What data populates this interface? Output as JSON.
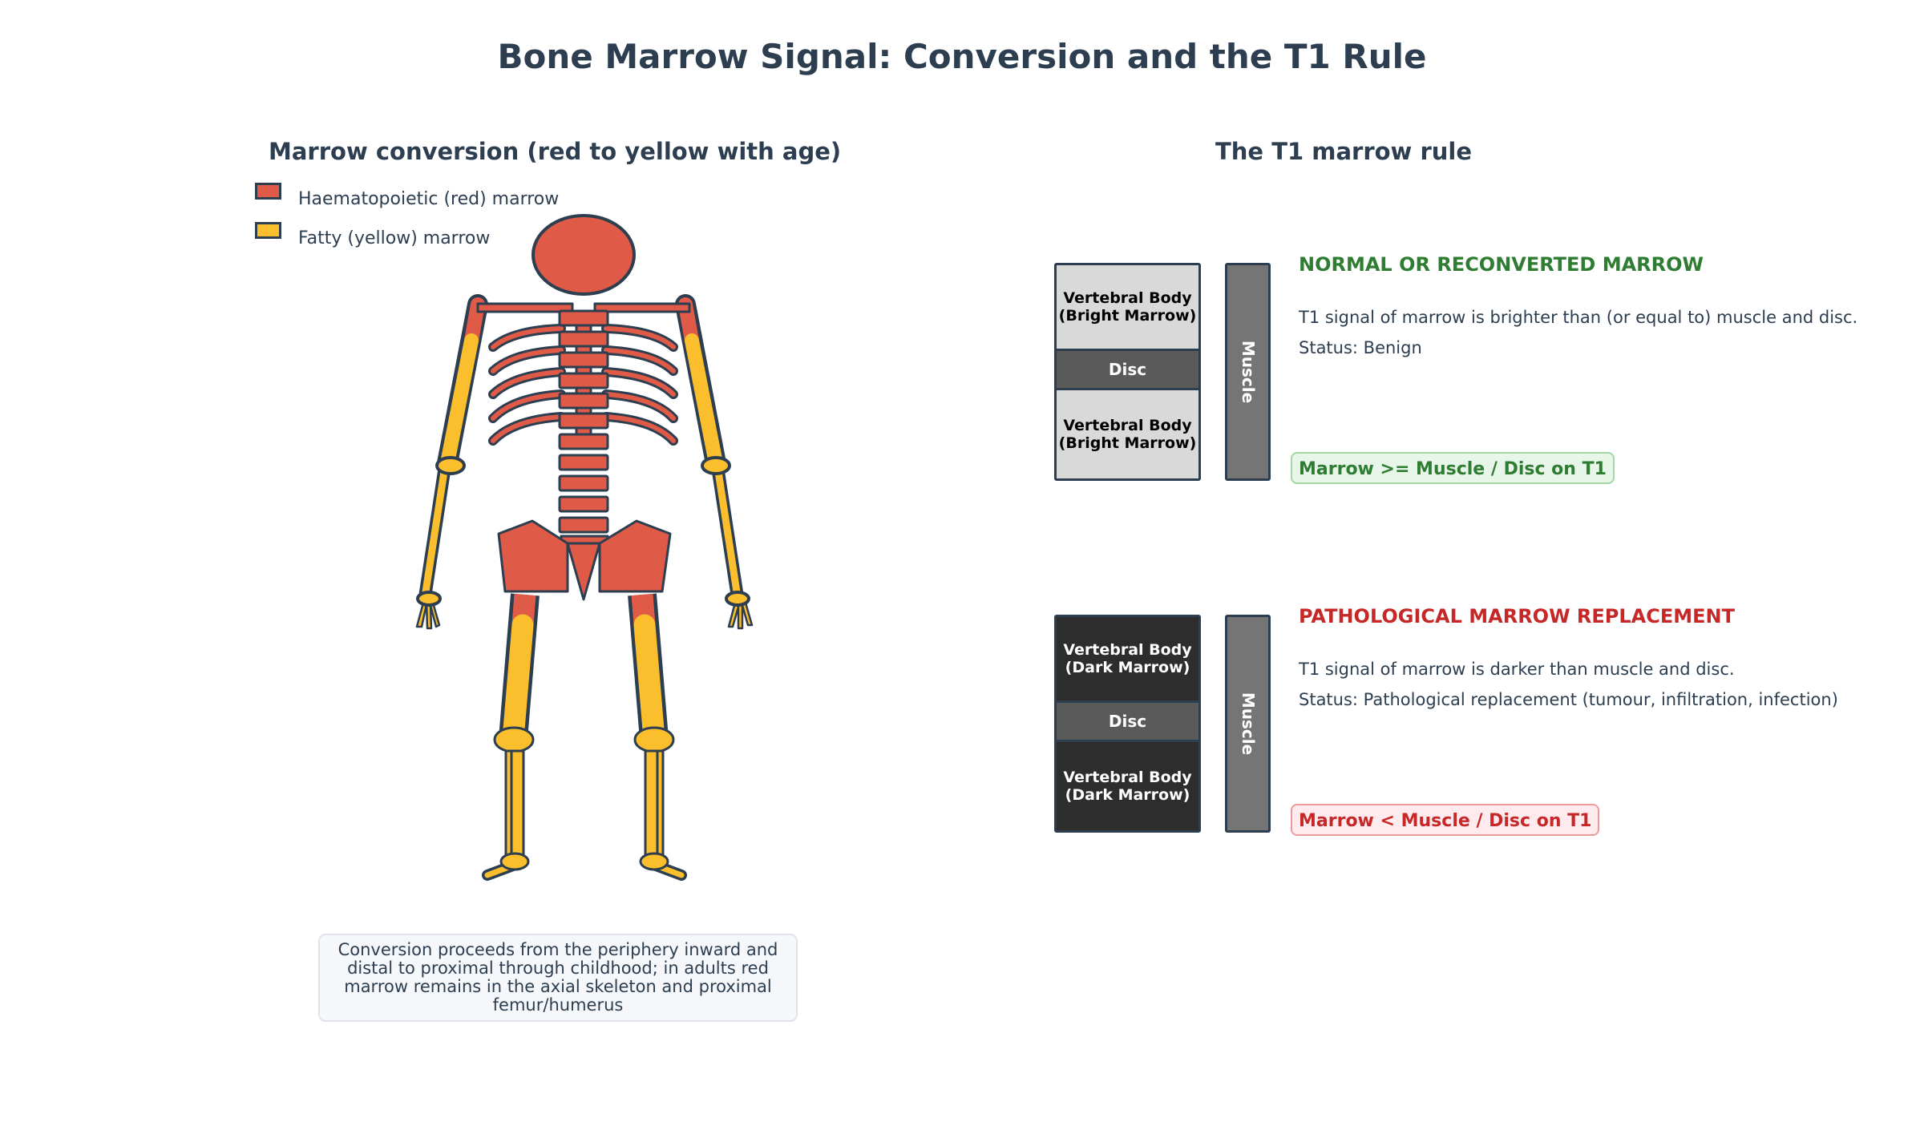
{
  "title": "Bone Marrow Signal: Conversion and the T1 Rule",
  "left_panel": {
    "title": "Marrow conversion (red to yellow with age)",
    "legend": [
      {
        "label": "Haematopoietic (red) marrow",
        "color": "#e05a48"
      },
      {
        "label": "Fatty (yellow) marrow",
        "color": "#fbbf2e"
      }
    ],
    "caption": "Conversion proceeds from the periphery inward and distal to proximal through childhood; in adults red marrow remains in the axial skeleton and proximal femur/humerus"
  },
  "right_panel": {
    "title": "The T1 marrow rule",
    "normal": {
      "heading": "NORMAL OR RECONVERTED MARROW",
      "heading_color": "#2e7d32",
      "vertebra_label_1": "Vertebral Body",
      "vertebra_label_2": "(Bright Marrow)",
      "disc_label": "Disc",
      "muscle_label": "Muscle",
      "description": "T1 signal of marrow is brighter than (or equal to) muscle and disc.",
      "status": "Status: Benign",
      "rule": "Marrow >= Muscle / Disc on T1"
    },
    "pathological": {
      "heading": "PATHOLOGICAL MARROW REPLACEMENT",
      "heading_color": "#c62828",
      "vertebra_label_1": "Vertebral Body",
      "vertebra_label_2": "(Dark Marrow)",
      "disc_label": "Disc",
      "muscle_label": "Muscle",
      "description": "T1 signal of marrow is darker than muscle and disc.",
      "status": "Status: Pathological replacement (tumour, infiltration, infection)",
      "rule": "Marrow < Muscle / Disc on T1"
    }
  },
  "colors": {
    "red_marrow": "#e05a48",
    "yellow_marrow": "#fbbf2e",
    "outline": "#2c3e50",
    "bright_marrow": "#d9d9d9",
    "dark_marrow": "#2d2d2d",
    "disc": "#5a5a5a",
    "muscle": "#757575"
  }
}
